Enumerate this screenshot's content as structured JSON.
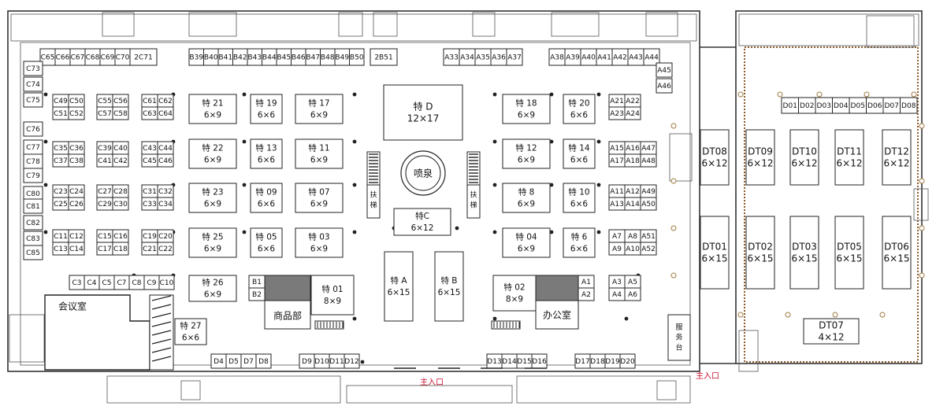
{
  "strip_top_left": [
    "C65",
    "C66",
    "C67",
    "C68",
    "C69",
    "C70",
    "2C71"
  ],
  "strip_top_mid": [
    "B39",
    "B40",
    "B41",
    "B42",
    "B43",
    "B44",
    "B45",
    "B46",
    "B47",
    "B48",
    "B49",
    "B50",
    "2B51"
  ],
  "strip_top_right1": [
    "A33",
    "A34",
    "A35",
    "A36",
    "A37"
  ],
  "strip_top_right2": [
    "A38",
    "A39",
    "A40",
    "A41",
    "A42",
    "A43",
    "A44"
  ],
  "c_left_column": [
    "C73",
    "C74",
    "C75",
    "C76",
    "C77",
    "C78",
    "C79",
    "C80",
    "C81",
    "C82",
    "C83",
    "C85"
  ],
  "c_pairs": [
    [
      "C49",
      "C50",
      "C51",
      "C52"
    ],
    [
      "C55",
      "C56",
      "C57",
      "C58"
    ],
    [
      "C61",
      "C62",
      "C63",
      "C64"
    ],
    [
      "C35",
      "C36",
      "C37",
      "C38"
    ],
    [
      "C39",
      "C40",
      "C41",
      "C42"
    ],
    [
      "C43",
      "C44",
      "C45",
      "C46"
    ],
    [
      "C23",
      "C24",
      "C25",
      "C26"
    ],
    [
      "C27",
      "C28",
      "C29",
      "C30"
    ],
    [
      "C31",
      "C32",
      "C33",
      "C34"
    ],
    [
      "C11",
      "C12",
      "C13",
      "C14"
    ],
    [
      "C15",
      "C16",
      "C17",
      "C18"
    ],
    [
      "C19",
      "C20",
      "C21",
      "C22"
    ]
  ],
  "c_bottom_row": [
    "C3",
    "C4",
    "C5",
    "C7",
    "C8",
    "C9",
    "C10"
  ],
  "special_left": [
    {
      "name": "特 21",
      "size": "6×9"
    },
    {
      "name": "特 19",
      "size": "6×6"
    },
    {
      "name": "特 17",
      "size": "6×9"
    },
    {
      "name": "特 22",
      "size": "6×9"
    },
    {
      "name": "特 13",
      "size": "6×6"
    },
    {
      "name": "特 11",
      "size": "6×9"
    },
    {
      "name": "特 23",
      "size": "6×9"
    },
    {
      "name": "特 09",
      "size": "6×6"
    },
    {
      "name": "特 07",
      "size": "6×9"
    },
    {
      "name": "特 25",
      "size": "6×9"
    },
    {
      "name": "特 05",
      "size": "6×6"
    },
    {
      "name": "特 03",
      "size": "6×9"
    }
  ],
  "special_26": {
    "name": "特 26",
    "size": "6×9"
  },
  "special_27": {
    "name": "特 27",
    "size": "6×6"
  },
  "special_01": {
    "name": "特 01",
    "size": "8×9"
  },
  "special_02": {
    "name": "特 02",
    "size": "8×9"
  },
  "special_d": {
    "name": "特 D",
    "size": "12×17"
  },
  "special_c": {
    "name": "特C",
    "size": "6×12"
  },
  "special_a": {
    "name": "特 A",
    "size": "6×15"
  },
  "special_b": {
    "name": "特 B",
    "size": "6×15"
  },
  "special_right": [
    {
      "name": "特 18",
      "size": "6×9"
    },
    {
      "name": "特 20",
      "size": "6×6"
    },
    {
      "name": "特 12",
      "size": "6×9"
    },
    {
      "name": "特 14",
      "size": "6×6"
    },
    {
      "name": "特 8",
      "size": "6×9"
    },
    {
      "name": "特 10",
      "size": "6×6"
    },
    {
      "name": "特 04",
      "size": "6×9"
    },
    {
      "name": "特 6",
      "size": "6×6"
    }
  ],
  "a_pairs": [
    [
      "A21",
      "A22",
      "A23",
      "A24"
    ],
    [
      "A15",
      "A16",
      "A17",
      "A18"
    ],
    [
      "A11",
      "A12",
      "A13",
      "A14"
    ],
    [
      "A7",
      "A8",
      "A9",
      "A10"
    ]
  ],
  "a_side": [
    "A47",
    "A48",
    "A49",
    "A50",
    "A51",
    "A52"
  ],
  "a_right_edge": [
    "A45",
    "A46"
  ],
  "a_bottom": [
    "A1",
    "A2",
    "A3",
    "A5",
    "A4",
    "A6"
  ],
  "b_small": [
    "B1",
    "B2"
  ],
  "d_row_right": [
    "D01",
    "D02",
    "D03",
    "D04",
    "D05",
    "D06",
    "D07",
    "D08"
  ],
  "d_bottom_1": [
    "D4",
    "D5",
    "D7",
    "D8"
  ],
  "d_bottom_2": [
    "D9",
    "D10",
    "D11",
    "D12"
  ],
  "d_bottom_3": [
    "D13",
    "D14",
    "D15",
    "D16"
  ],
  "d_bottom_4": [
    "D17",
    "D18",
    "D19",
    "D20"
  ],
  "dt_top": [
    {
      "name": "DT08",
      "size": "6×12"
    },
    {
      "name": "DT09",
      "size": "6×12"
    },
    {
      "name": "DT10",
      "size": "6×12"
    },
    {
      "name": "DT11",
      "size": "6×12"
    },
    {
      "name": "DT12",
      "size": "6×12"
    }
  ],
  "dt_mid": [
    {
      "name": "DT01",
      "size": "6×15"
    },
    {
      "name": "DT02",
      "size": "6×15"
    },
    {
      "name": "DT03",
      "size": "6×15"
    },
    {
      "name": "DT05",
      "size": "6×15"
    },
    {
      "name": "DT06",
      "size": "6×15"
    }
  ],
  "dt07": {
    "name": "DT07",
    "size": "4×12"
  },
  "rooms": {
    "meeting": "会议室",
    "shop": "商品部",
    "office": "办公室",
    "service": "服务台",
    "fountain": "喷泉",
    "escalator_left": "扶梯",
    "escalator_right": "扶梯"
  },
  "entrances": {
    "main": "主入口",
    "side": "主入口"
  }
}
